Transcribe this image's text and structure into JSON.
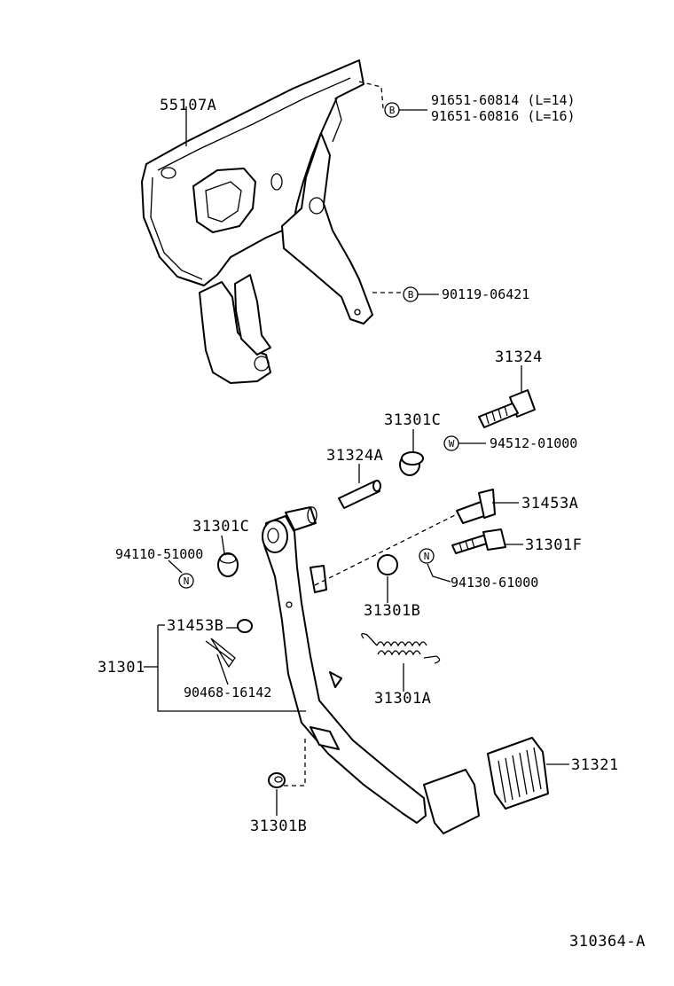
{
  "parts": {
    "bracket": "55107A",
    "bolt_a": "91651-60814 (L=14)",
    "bolt_b": "91651-60816 (L=16)",
    "bolt_pivot": "90119-06421",
    "bolt_top": "31324",
    "bushing_top": "31301C",
    "washer": "94512-01000",
    "collar": "31324A",
    "pin": "31453A",
    "bushing_left": "31301C",
    "stopper_bolt": "31301F",
    "nut_left": "94110-51000",
    "nut_right": "94130-61000",
    "stopper_cushion": "31301B",
    "clevis_pin": "31453B",
    "pedal_assy": "31301",
    "clip": "90468-16142",
    "return_spring": "31301A",
    "pedal_pad": "31321",
    "stopper_lower": "31301B"
  },
  "markers": {
    "bolt": "B",
    "washer": "W",
    "nut": "N"
  },
  "figure_code": "310364-A"
}
